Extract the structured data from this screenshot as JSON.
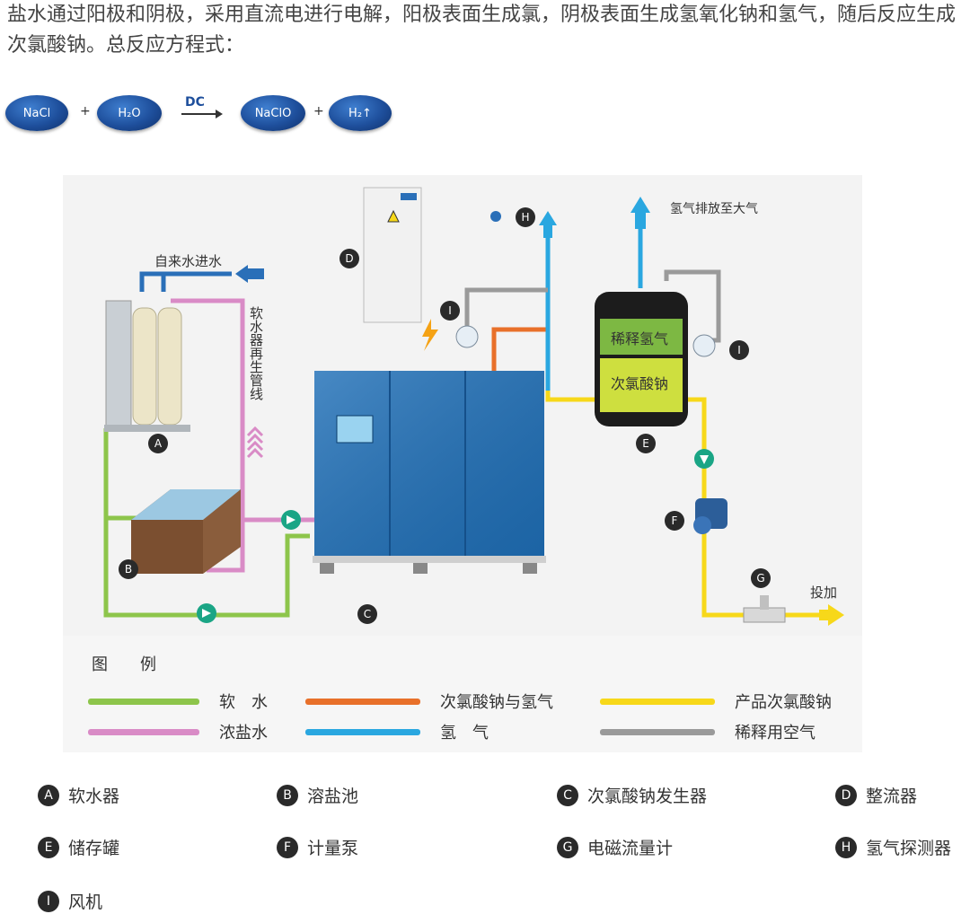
{
  "intro_text": "盐水通过阳极和阴极，采用直流电进行电解，阳极表面生成氯，阴极表面生成氢氧化钠和氢气，随后反应生成次氯酸钠。总反应方程式：",
  "equation": {
    "reactant1": "NaCl",
    "plus1": "+",
    "reactant2": "H₂O",
    "condition": "DC",
    "product1": "NaClO",
    "plus2": "+",
    "product2": "H₂↑"
  },
  "diagram": {
    "tap_water_label": "自来水进水",
    "regen_label": "软水器再生管线",
    "h2_vent_label": "氢气排放至大气",
    "output_label": "投加",
    "tank_upper_label": "稀释氢气",
    "tank_lower_label": "次氯酸钠",
    "markers": {
      "a": "A",
      "b": "B",
      "c": "C",
      "d": "D",
      "e": "E",
      "f": "F",
      "g": "G",
      "h": "H",
      "i1": "I",
      "i2": "I"
    }
  },
  "legend": {
    "title": "图例",
    "items": [
      {
        "label": "软　水",
        "color": "#8dc54b"
      },
      {
        "label": "次氯酸钠与氢气",
        "color": "#e8702a"
      },
      {
        "label": "产品次氯酸钠",
        "color": "#f7d81a"
      },
      {
        "label": "浓盐水",
        "color": "#d98bc6"
      },
      {
        "label": "氢　气",
        "color": "#2aa7e0"
      },
      {
        "label": "稀释用空气",
        "color": "#9a9a9a"
      }
    ]
  },
  "components": [
    {
      "letter": "A",
      "name": "软水器"
    },
    {
      "letter": "B",
      "name": "溶盐池"
    },
    {
      "letter": "C",
      "name": "次氯酸钠发生器"
    },
    {
      "letter": "D",
      "name": "整流器"
    },
    {
      "letter": "E",
      "name": "储存罐"
    },
    {
      "letter": "F",
      "name": "计量泵"
    },
    {
      "letter": "G",
      "name": "电磁流量计"
    },
    {
      "letter": "H",
      "name": "氢气探测器"
    },
    {
      "letter": "I",
      "name": "风机"
    }
  ]
}
